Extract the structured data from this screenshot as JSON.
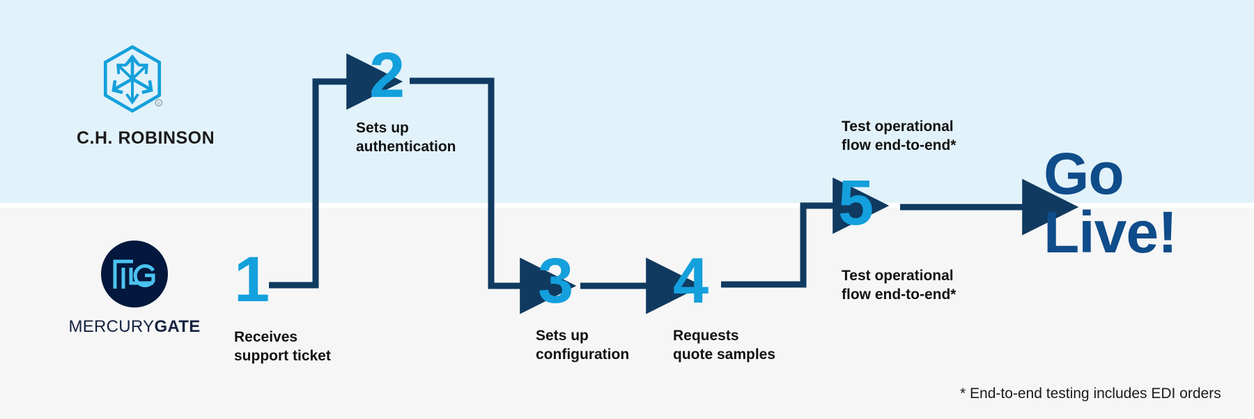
{
  "diagram": {
    "title": "Integration onboarding flow",
    "colors": {
      "band_top": "#e2f2fa",
      "band_bottom": "#f6f6f6",
      "numeral_blue": "#14a0dc",
      "connector_navy": "#103a60",
      "golive_navy": "#0f4c8a",
      "mercurygate_navy": "#04173c",
      "mercurygate_cyan": "#4cc3f0",
      "chr_blue": "#14a0dc"
    }
  },
  "lanes": {
    "top": {
      "owner_logo": "ch-robinson"
    },
    "bottom": {
      "owner_logo": "mercurygate"
    }
  },
  "logos": {
    "chrobinson": {
      "icon": "cube-arrows-hexagon-icon",
      "wordmark": "C.H. ROBINSON",
      "registered_mark": "®"
    },
    "mercurygate": {
      "icon": "mg-monogram-icon",
      "wordmark_light": "MERCURY",
      "wordmark_bold": "GATE"
    }
  },
  "steps": [
    {
      "number": "1",
      "caption": "Receives\nsupport ticket",
      "lane": "bottom"
    },
    {
      "number": "2",
      "caption": "Sets up\nauthentication",
      "lane": "top"
    },
    {
      "number": "3",
      "caption": "Sets up\nconfiguration",
      "lane": "bottom"
    },
    {
      "number": "4",
      "caption": "Requests\nquote samples",
      "lane": "bottom"
    },
    {
      "number": "5",
      "caption": "",
      "lane": "top"
    }
  ],
  "step5_labels": {
    "top": "Test operational\nflow end-to-end*",
    "bottom": "Test operational\nflow end-to-end*"
  },
  "outcome": {
    "text": "Go\nLive!"
  },
  "footnote": {
    "text": "* End-to-end testing includes EDI orders"
  }
}
